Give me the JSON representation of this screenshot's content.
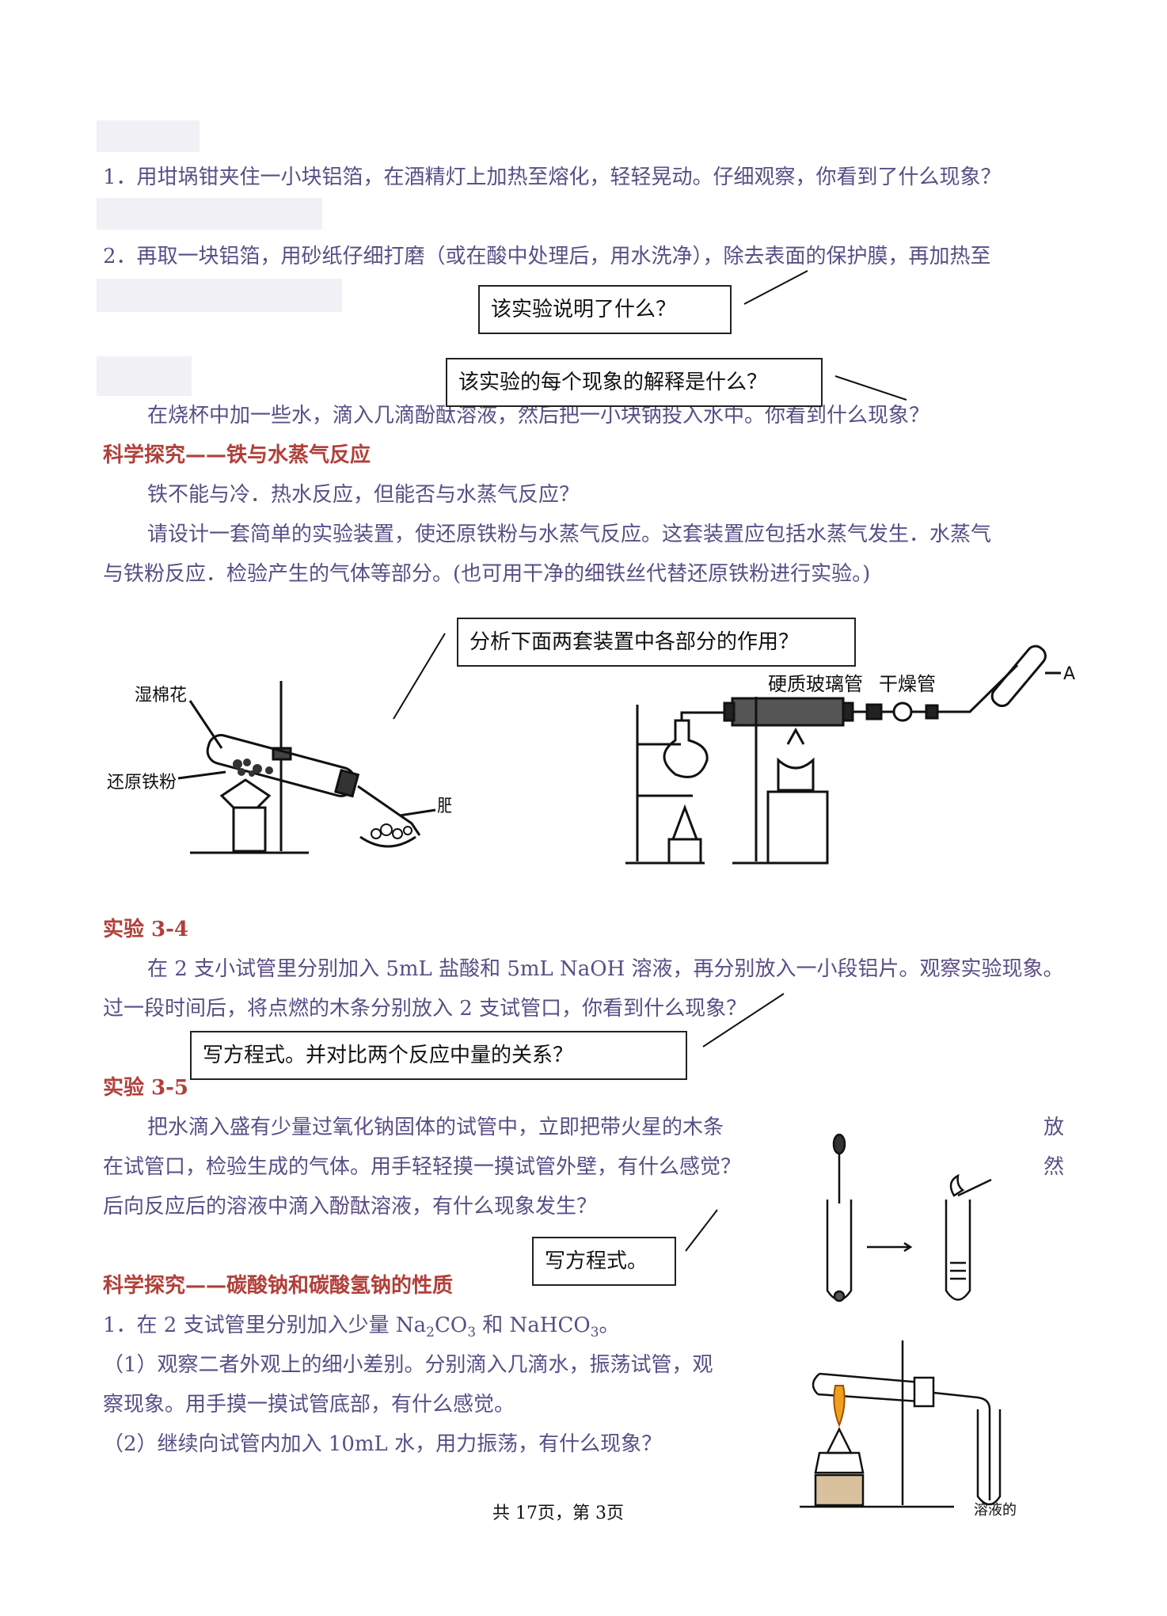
{
  "lines": {
    "q1": "1．用坩埚钳夹住一小块铝箔，在酒精灯上加热至熔化，轻轻晃动。仔细观察，你看到了什么现象？",
    "q2": "2．再取一块铝箔，用砂纸仔细打磨（或在酸中处理后，用水洗净），除去表面的保护膜，再加热至",
    "sodium": "在烧杯中加一些水，滴入几滴酚酞溶液，然后把一小块钠投入水中。你看到什么现象？",
    "iron_q": "铁不能与冷．热水反应，但能否与水蒸气反应？",
    "iron_design_1": "请设计一套简单的实验装置，使还原铁粉与水蒸气反应。这套装置应包括水蒸气发生．水蒸气",
    "iron_design_2": "与铁粉反应．检验产生的气体等部分。(也可用干净的细铁丝代替还原铁粉进行实验。)",
    "exp34_1": "在 2 支小试管里分别加入 5mL 盐酸和 5mL NaOH 溶液，再分别放入一小段铝片。观察实验现象。",
    "exp34_2": "过一段时间后，将点燃的木条分别放入 2 支试管口，你看到什么现象？",
    "exp35_1": "把水滴入盛有少量过氧化钠固体的试管中，立即把带火星的木条",
    "exp35_1b": "放",
    "exp35_2": "在试管口，检验生成的气体。用手轻轻摸一摸试管外壁，有什么感觉？",
    "exp35_2b": "然",
    "exp35_3": "后向反应后的溶液中滴入酚酞溶液，有什么现象发生？",
    "carb_1_pre": "1．在 2 支试管里分别加入少量 Na",
    "carb_1_mid": "CO",
    "carb_1_and": " 和 NaHCO",
    "carb_1_end": "。",
    "sub2": "2",
    "sub3": "3",
    "carb_2a": "（1）观察二者外观上的细小差别。分别滴入几滴水，振荡试管，观",
    "carb_2b": "察现象。用手摸一摸试管底部，有什么感觉。",
    "carb_3": "（2）继续向试管内加入 10mL 水，用力振荡，有什么现象？"
  },
  "headings": {
    "iron": "科学探究——铁与水蒸气反应",
    "exp34": "实验 3-4",
    "exp35": "实验 3-5",
    "carbonate": "科学探究——碳酸钠和碳酸氢钠的性质"
  },
  "callouts": {
    "c1": "该实验说明了什么？",
    "c2": "该实验的每个现象的解释是什么？",
    "c3": "分析下面两套装置中各部分的作用？",
    "c4": "写方程式。并对比两个反应中量的关系？",
    "c5": "写方程式。"
  },
  "figure_labels": {
    "wet_cotton": "湿棉花",
    "iron_powder": "还原铁粉",
    "soap_bubbles": "肥皂泡",
    "hard_glass_tube": "硬质玻璃管",
    "drying_tube": "干燥管",
    "point_a": "A",
    "solution": "溶液的"
  },
  "footer": "共 17页，第 3页"
}
